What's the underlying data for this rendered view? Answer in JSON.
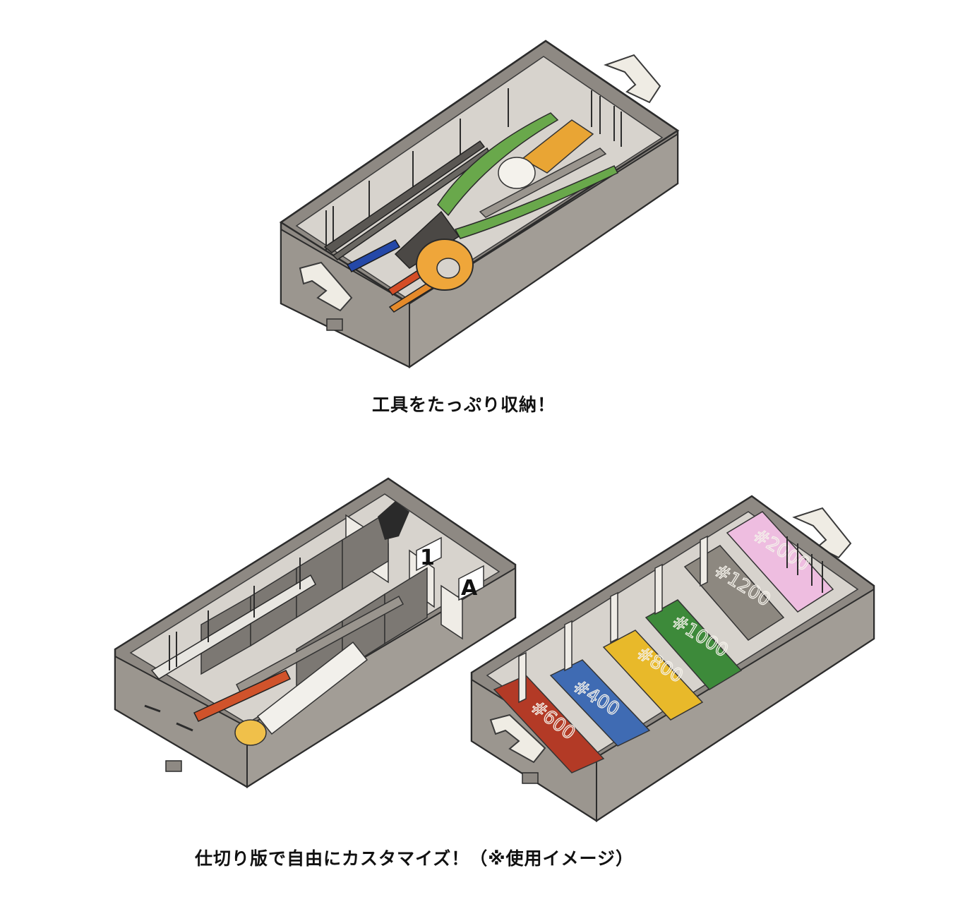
{
  "captions": {
    "top": "工具をたっぷり収納！",
    "bottom": "仕切り版で自由にカスタマイズ！（※使用イメージ）"
  },
  "illustrations": {
    "tool_tray": {
      "contents": [
        "tweezers-icon",
        "pliers-icon",
        "marker-pen-icon",
        "tape-roll-icon",
        "file-icon",
        "glue-tube-icon"
      ]
    },
    "divided_tray_left": {
      "divider_labels": [
        "1",
        "A"
      ]
    },
    "divided_tray_right": {
      "sandpaper": [
        {
          "label": "#600",
          "color": "#b33a26"
        },
        {
          "label": "#400",
          "color": "#3f6bb3"
        },
        {
          "label": "#800",
          "color": "#e8b92a"
        },
        {
          "label": "#1000",
          "color": "#3d8a3a"
        },
        {
          "label": "#1200",
          "color": "#8d8880"
        },
        {
          "label": "#2000",
          "color": "#eebde0"
        }
      ]
    }
  },
  "colors": {
    "tray_body": "#8e8983",
    "tray_inner": "#d7d3cd",
    "handle": "#efece4"
  }
}
